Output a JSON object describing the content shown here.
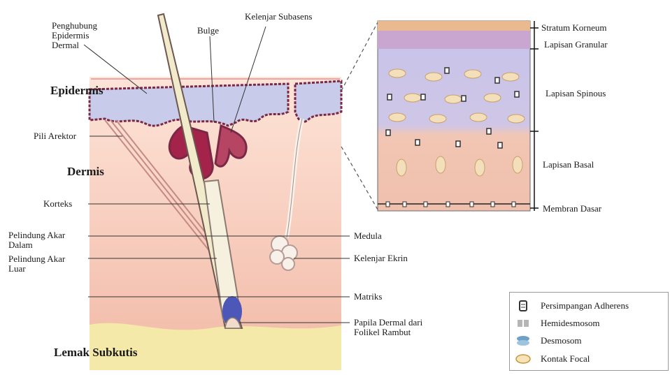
{
  "labels": {
    "epidermal_dermal_junction": "Penghubung\nEpidermis\nDermal",
    "bulge": "Bulge",
    "sebaceous_gland": "Kelenjar Subasens",
    "epidermis": "Epidermis",
    "arrector_pili": "Pili Arektor",
    "dermis": "Dermis",
    "cortex": "Korteks",
    "inner_root_sheath": "Pelindung Akar\nDalam",
    "outer_root_sheath": "Pelindung Akar\nLuar",
    "subcutaneous_fat": "Lemak Subkutis",
    "medulla": "Medula",
    "eccrine_gland": "Kelenjar Ekrin",
    "matrix": "Matriks",
    "dermal_papilla": "Papila Dermal dari\nFolikel Rambut",
    "stratum_corneum": "Stratum Korneum",
    "granular_layer": "Lapisan Granular",
    "spinous_layer": "Lapisan Spinous",
    "basal_layer": "Lapisan Basal",
    "basement_membrane": "Membran Dasar"
  },
  "legend": [
    {
      "label": "Persimpangan Adherens",
      "icon": "adherens-junction-icon"
    },
    {
      "label": "Hemidesmosom",
      "icon": "hemidesmosome-icon"
    },
    {
      "label": "Desmosom",
      "icon": "desmosome-icon"
    },
    {
      "label": "Kontak Focal",
      "icon": "focal-contact-icon"
    }
  ],
  "colors": {
    "epidermis": "#c9cbea",
    "dermis": "#f7cdbb",
    "subcutaneous": "#f4e9a8",
    "junction_outline": "#7a2846",
    "gland": "#a4234a",
    "hair_matrix": "#4d57b8"
  }
}
